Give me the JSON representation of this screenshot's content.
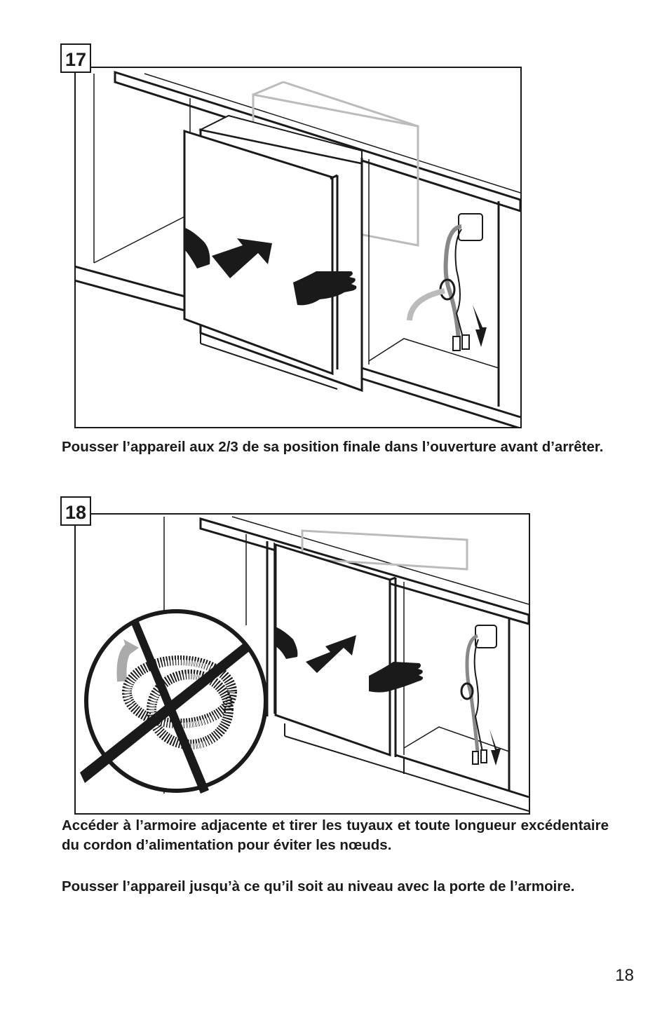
{
  "steps": [
    {
      "number": "17",
      "caption": "Pousser l’appareil aux 2/3 de sa position finale dans l’ouverture avant d’arrêter."
    },
    {
      "number": "18",
      "captions": [
        "Accéder à l’armoire adjacente et tirer les tuyaux et toute longueur excédentaire du cordon d’alimentation pour éviter les nœuds.",
        "Pousser l’appareil jusqu’à ce qu’il soit au niveau avec la porte de l’armoire."
      ]
    }
  ],
  "page_number": "18"
}
